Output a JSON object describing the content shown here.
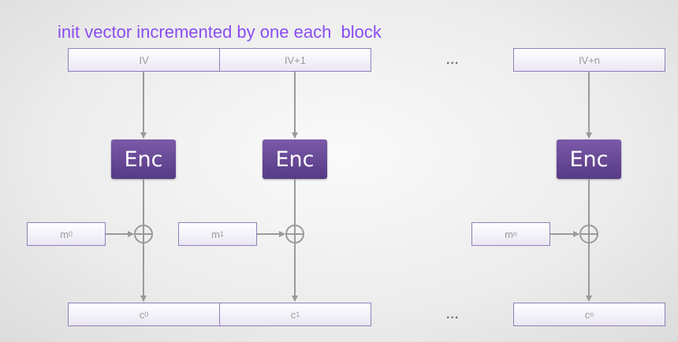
{
  "caption": "init vector incremented by one each  block",
  "ellipsis": "...",
  "enc_label": "Enc",
  "iv_labels": [
    "IV",
    "IV+1",
    "IV+n"
  ],
  "messages": [
    {
      "base": "m",
      "sub": "0"
    },
    {
      "base": "m",
      "sub": "1"
    },
    {
      "base": "m",
      "sub": "n"
    }
  ],
  "ciphertexts": [
    {
      "base": "c",
      "sub": "0"
    },
    {
      "base": "c",
      "sub": "1"
    },
    {
      "base": "c",
      "sub": "n"
    }
  ],
  "colors": {
    "caption": "#8a4df0",
    "enc_fill": "#5f4190",
    "box_border": "#8f7fb8",
    "wire": "#9a9a9a"
  }
}
